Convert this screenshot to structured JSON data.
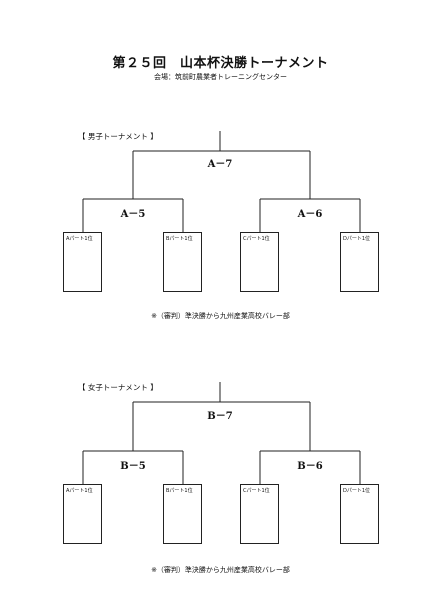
{
  "document": {
    "title": "第２５回　山本杯決勝トーナメント",
    "venue": "会場：筑前町農業者トレーニングセンター"
  },
  "brackets": [
    {
      "section_label": "【 男子トーナメント 】",
      "final_label": "A－7",
      "semi_left_label": "A－5",
      "semi_right_label": "A－6",
      "pools": [
        "Aパート1位",
        "Bパート1位",
        "Cパート1位",
        "Dパート1位"
      ],
      "note": "※（審判）準決勝から九州産業高校バレー部"
    },
    {
      "section_label": "【 女子トーナメント 】",
      "final_label": "B－7",
      "semi_left_label": "B－5",
      "semi_right_label": "B－6",
      "pools": [
        "Aパート1位",
        "Bパート1位",
        "Cパート1位",
        "Dパート1位"
      ],
      "note": "※（審判）準決勝から九州産業高校バレー部"
    }
  ]
}
